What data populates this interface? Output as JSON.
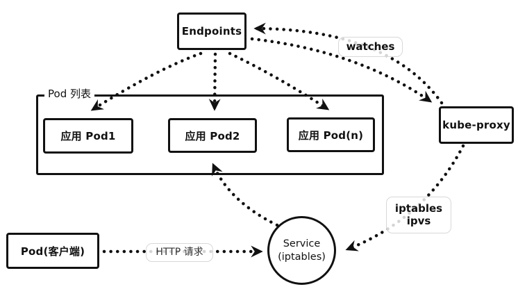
{
  "nodes": {
    "endpoints": {
      "label": "Endpoints"
    },
    "pod_list": {
      "label": "Pod 列表"
    },
    "pod1": {
      "label": "应用 Pod1"
    },
    "pod2": {
      "label": "应用 Pod2"
    },
    "podn": {
      "label": "应用 Pod(n)"
    },
    "kube_proxy": {
      "label": "kube-proxy"
    },
    "service": {
      "line1": "Service",
      "line2": "(iptables)"
    },
    "pod_client": {
      "label": "Pod(客户端)"
    }
  },
  "edge_labels": {
    "watches": "watches",
    "http_request": "HTTP 请求",
    "iptables": "iptables",
    "ipvs": "ipvs"
  },
  "edges": [
    {
      "from": "endpoints",
      "to": "pod1"
    },
    {
      "from": "endpoints",
      "to": "pod2"
    },
    {
      "from": "endpoints",
      "to": "podn"
    },
    {
      "from": "kube_proxy",
      "to": "endpoints",
      "label": "watches"
    },
    {
      "from": "endpoints",
      "to": "kube_proxy"
    },
    {
      "from": "kube_proxy",
      "to": "service",
      "label": "iptables / ipvs"
    },
    {
      "from": "service",
      "to": "pod2"
    },
    {
      "from": "pod_client",
      "to": "service",
      "label": "HTTP 请求"
    }
  ],
  "colors": {
    "stroke": "#111111",
    "tag_border": "#d8d8d8",
    "background": "#ffffff"
  }
}
